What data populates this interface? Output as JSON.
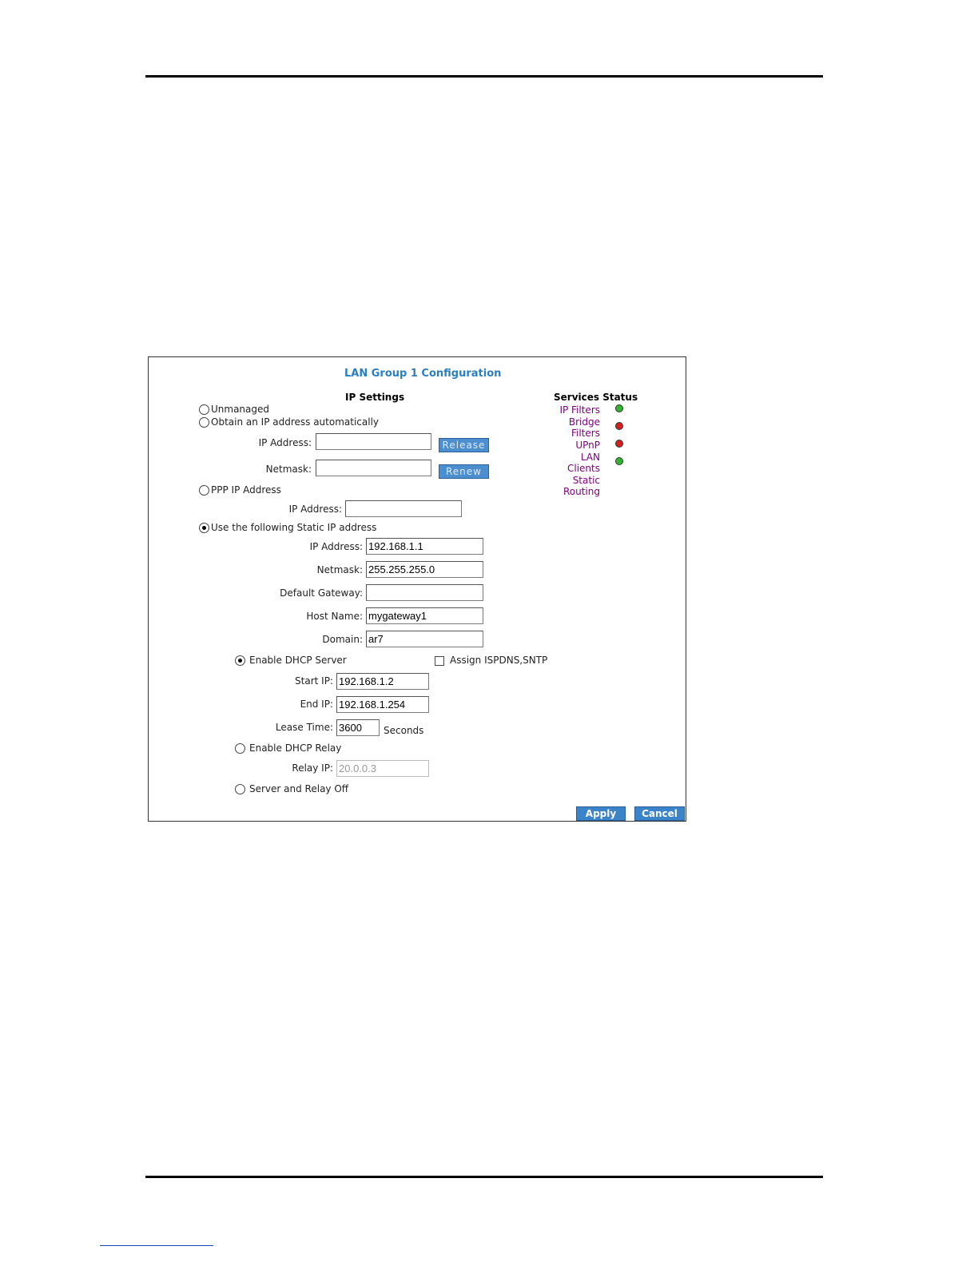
{
  "page": {
    "title": "LAN Group 1 Configuration"
  },
  "ip_settings": {
    "header": "IP Settings",
    "unmanaged": "Unmanaged",
    "obtain_auto": "Obtain an IP address automatically",
    "auto_ip_label": "IP Address:",
    "auto_ip_value": "",
    "auto_netmask_label": "Netmask:",
    "auto_netmask_value": "",
    "release_button": "Release",
    "renew_button": "Renew",
    "ppp": "PPP IP Address",
    "ppp_ip_label": "IP Address:",
    "ppp_ip_value": "",
    "static": "Use the following Static IP address",
    "selected_mode": "static"
  },
  "static_ip": {
    "ip_label": "IP Address:",
    "ip_value": "192.168.1.1",
    "netmask_label": "Netmask:",
    "netmask_value": "255.255.255.0",
    "gateway_label": "Default Gateway:",
    "gateway_value": "",
    "host_label": "Host Name:",
    "host_value": "mygateway1",
    "domain_label": "Domain:",
    "domain_value": "ar7"
  },
  "dhcp": {
    "enable_server": "Enable DHCP Server",
    "assign_ispdns": "Assign ISPDNS,SNTP",
    "assign_checked": false,
    "start_label": "Start IP:",
    "start_value": "192.168.1.2",
    "end_label": "End IP:",
    "end_value": "192.168.1.254",
    "lease_label": "Lease Time:",
    "lease_value": "3600",
    "lease_unit": "Seconds",
    "enable_relay": "Enable DHCP Relay",
    "relay_label": "Relay IP:",
    "relay_value": "20.0.0.3",
    "off": "Server and Relay Off",
    "selected": "server"
  },
  "services": {
    "header": "Services Status",
    "items": [
      {
        "label_lines": [
          "IP Filters"
        ],
        "status": "green"
      },
      {
        "label_lines": [
          "Bridge",
          "Filters"
        ],
        "status": "red"
      },
      {
        "label_lines": [
          "UPnP"
        ],
        "status": "red"
      },
      {
        "label_lines": [
          "LAN",
          "Clients"
        ],
        "status": "green"
      },
      {
        "label_lines": [
          "Static",
          "Routing"
        ],
        "status": "none"
      }
    ]
  },
  "actions": {
    "apply": "Apply",
    "cancel": "Cancel"
  },
  "colors": {
    "title": "#2a7fc4",
    "service_link": "#800080",
    "green": "#2fb52f",
    "red": "#d62020",
    "button": "#3b84c9"
  }
}
